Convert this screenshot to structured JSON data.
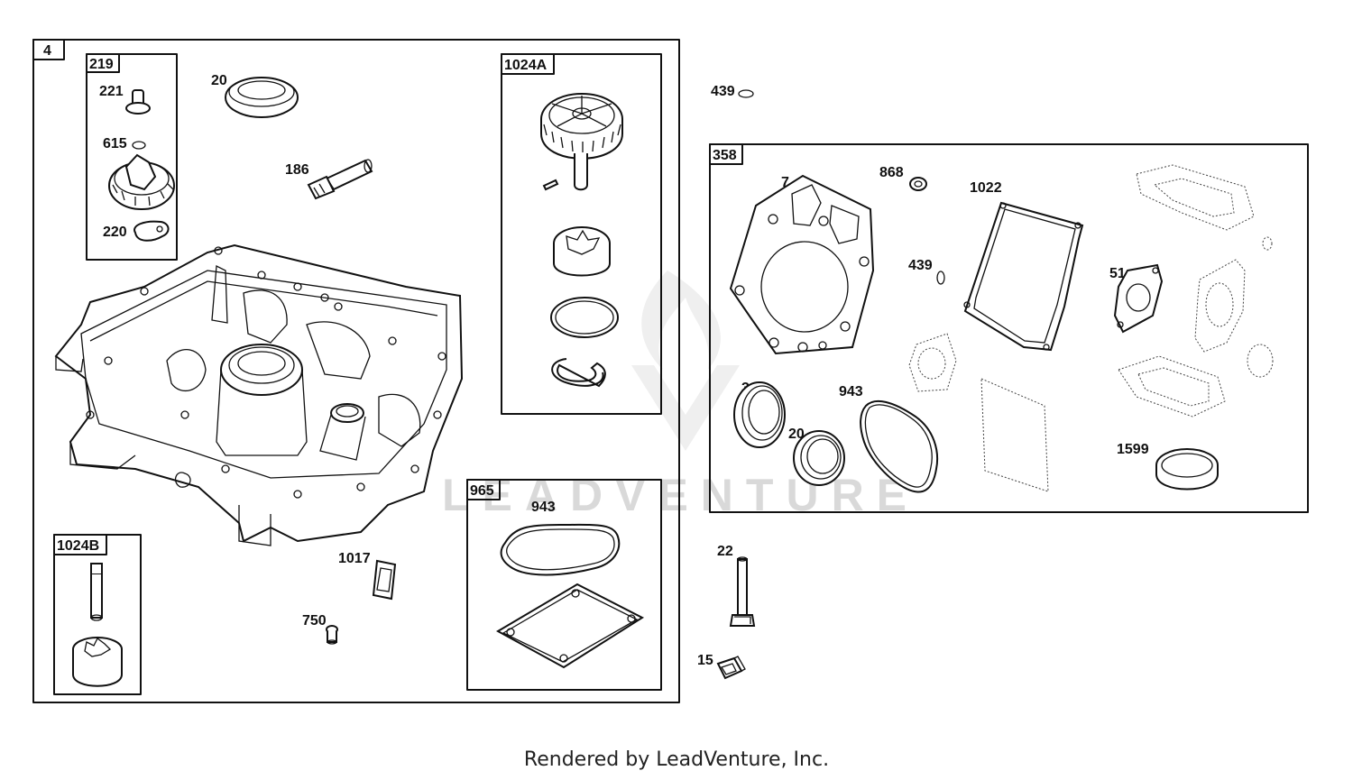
{
  "diagram": {
    "boxes": {
      "main_tag": "4",
      "kit_219_tag": "219",
      "kit_1024a_tag": "1024A",
      "kit_1024b_tag": "1024B",
      "kit_965_tag": "965",
      "kit_358_tag": "358"
    },
    "callouts": {
      "p221": "221",
      "p615": "615",
      "p220": "220",
      "p20_top": "20",
      "p186": "186",
      "p1017": "1017",
      "p750": "750",
      "p943_965": "943",
      "p439_top": "439",
      "p7": "7",
      "p868": "868",
      "p1022": "1022",
      "p439_358": "439",
      "p51": "51",
      "p3": "3",
      "p943_358": "943",
      "p20_358": "20",
      "p1599": "1599",
      "p22": "22",
      "p15": "15"
    },
    "watermark": "LEADVENTURE"
  },
  "footer": {
    "text": "Rendered by LeadVenture, Inc."
  }
}
